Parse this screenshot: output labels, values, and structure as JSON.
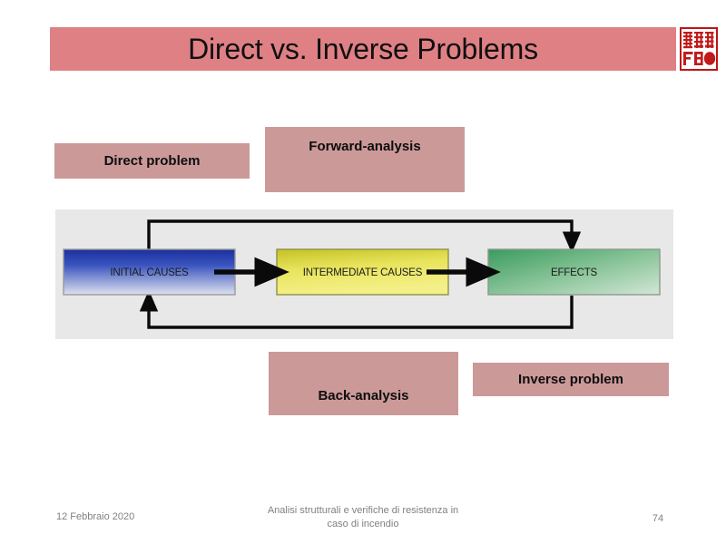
{
  "slide": {
    "title": "Direct vs. Inverse Problems",
    "title_bar_color": "#df8085",
    "tag_color": "#cc9999",
    "panel_color": "#e8e8e8",
    "logo_name": "red-seal-stamp-logo"
  },
  "tags": {
    "direct_problem": "Direct problem",
    "forward_analysis": "Forward-analysis",
    "back_analysis": "Back-analysis",
    "inverse_problem": "Inverse problem"
  },
  "diagram": {
    "nodes": [
      {
        "id": "initial-causes",
        "label": "INITIAL CAUSES",
        "color_from": "#1d34a8",
        "color_to": "#dfe2ef"
      },
      {
        "id": "intermediate-causes",
        "label": "INTERMEDIATE CAUSES",
        "color_from": "#c9c72a",
        "color_to": "#f2ee7a"
      },
      {
        "id": "effects",
        "label": "EFFECTS",
        "color_from": "#3f9e63",
        "color_to": "#cfe4d3"
      }
    ],
    "arrows": [
      {
        "id": "arrow-initial-to-intermediate",
        "direction": "right"
      },
      {
        "id": "arrow-intermediate-to-effects",
        "direction": "right"
      },
      {
        "id": "loop-forward-top",
        "direction": "initial-causes to effects"
      },
      {
        "id": "loop-inverse-bottom",
        "direction": "effects to initial-causes"
      }
    ]
  },
  "footer": {
    "date": "12 Febbraio 2020",
    "subject_line1": "Analisi strutturali e verifiche di resistenza in",
    "subject_line2": "caso di incendio",
    "page_number": "74"
  }
}
